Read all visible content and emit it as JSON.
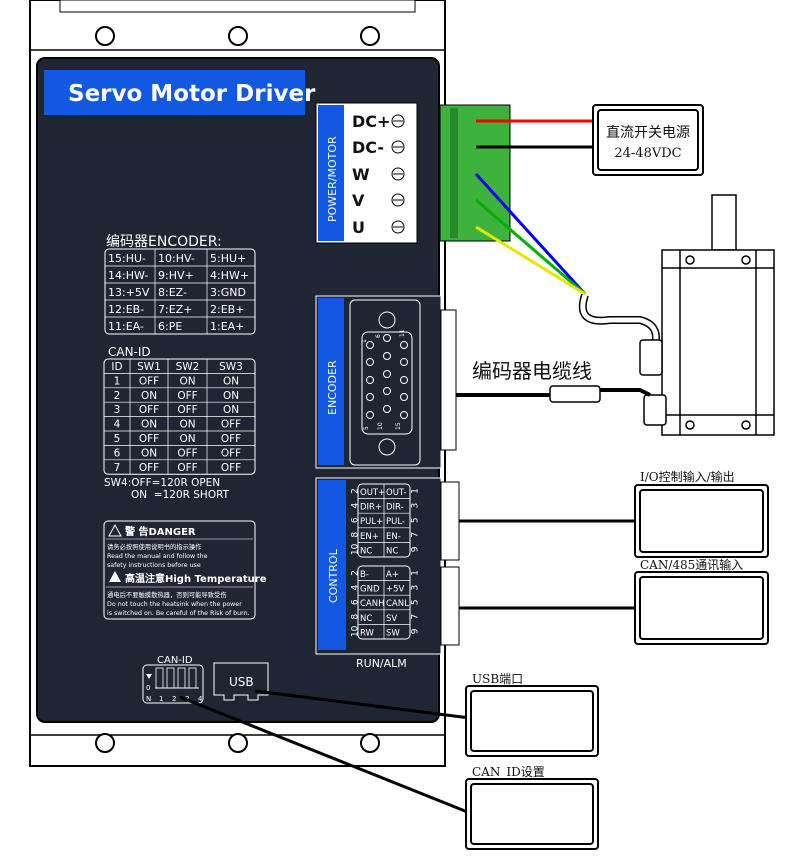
{
  "title": "Servo Motor Driver",
  "power": {
    "label": "POWER/MOTOR",
    "terminals": [
      "DC+",
      "DC-",
      "W",
      "V",
      "U"
    ],
    "wire_colors": [
      "#ff0000",
      "#000000",
      "#0000ff",
      "#00b000",
      "#e6e600"
    ],
    "supply_label": "直流开关电源",
    "supply_voltage": "24-48VDC"
  },
  "encoder": {
    "heading": "编码器ENCODER:",
    "pins": [
      [
        "15:HU-",
        "10:HV-",
        "5:HU+"
      ],
      [
        "14:HW-",
        "9:HV+",
        "4:HW+"
      ],
      [
        "13:+5V",
        "8:EZ-",
        "3:GND"
      ],
      [
        "12:EB-",
        "7:EZ+",
        "2:EB+"
      ],
      [
        "11:EA-",
        "6:PE",
        "1:EA+"
      ]
    ],
    "port_label": "ENCODER",
    "db_pin_labels": [
      "1",
      "6",
      "11",
      "5",
      "10",
      "15"
    ],
    "cable_label": "编码器电缆线"
  },
  "can_id": {
    "heading": "CAN-ID",
    "header": [
      "ID",
      "SW1",
      "SW2",
      "SW3"
    ],
    "rows": [
      [
        "1",
        "OFF",
        "ON",
        "ON"
      ],
      [
        "2",
        "ON",
        "OFF",
        "ON"
      ],
      [
        "3",
        "OFF",
        "OFF",
        "ON"
      ],
      [
        "4",
        "ON",
        "ON",
        "OFF"
      ],
      [
        "5",
        "OFF",
        "ON",
        "OFF"
      ],
      [
        "6",
        "ON",
        "OFF",
        "OFF"
      ],
      [
        "7",
        "OFF",
        "OFF",
        "OFF"
      ]
    ],
    "sw4_line1": "SW4:OFF=120R OPEN",
    "sw4_line2": "ON  =120R SHORT",
    "dip_label": "CAN-ID",
    "dip_numbers": [
      "N",
      "1",
      "2",
      "3",
      "4"
    ],
    "dip_zero": "0"
  },
  "warning": {
    "danger_title": "警 告DANGER",
    "danger_cn": "请务必按照使用说明书的指示操作",
    "danger_en1": "Read the manual and follow the",
    "danger_en2": "safety instructions before use",
    "temp_title": "高温注意High Temperature",
    "temp_cn": "通电后不要触摸散热器，否则可能导致受伤",
    "temp_en1": "Do not touch the heatsink when the power",
    "temp_en2": "is switched on. Be careful of the Risk of burn."
  },
  "control": {
    "label": "CONTROL",
    "top": [
      [
        "OUT+",
        "OUT-"
      ],
      [
        "DIR+",
        "DIR-"
      ],
      [
        "PUL+",
        "PUL-"
      ],
      [
        "EN+",
        "EN-"
      ],
      [
        "NC",
        "NC"
      ]
    ],
    "bottom": [
      [
        "B-",
        "A+"
      ],
      [
        "GND",
        "+5V"
      ],
      [
        "CANH",
        "CANL"
      ],
      [
        "NC",
        "SV"
      ],
      [
        "RW",
        "SW"
      ]
    ],
    "left_numbers": [
      "2",
      "4",
      "6",
      "8",
      "10"
    ],
    "right_numbers": [
      "1",
      "3",
      "5",
      "7",
      "9"
    ],
    "status": "RUN/ALM"
  },
  "usb": {
    "label": "USB"
  },
  "callouts": {
    "io": "I/O控制输入/输出",
    "can485": "CAN/485通讯输入",
    "usb": "USB端口",
    "canid": "CAN_ID设置"
  },
  "colors": {
    "panel": "#1f2533",
    "accent": "#1358e0",
    "terminal": "#3db33d"
  }
}
